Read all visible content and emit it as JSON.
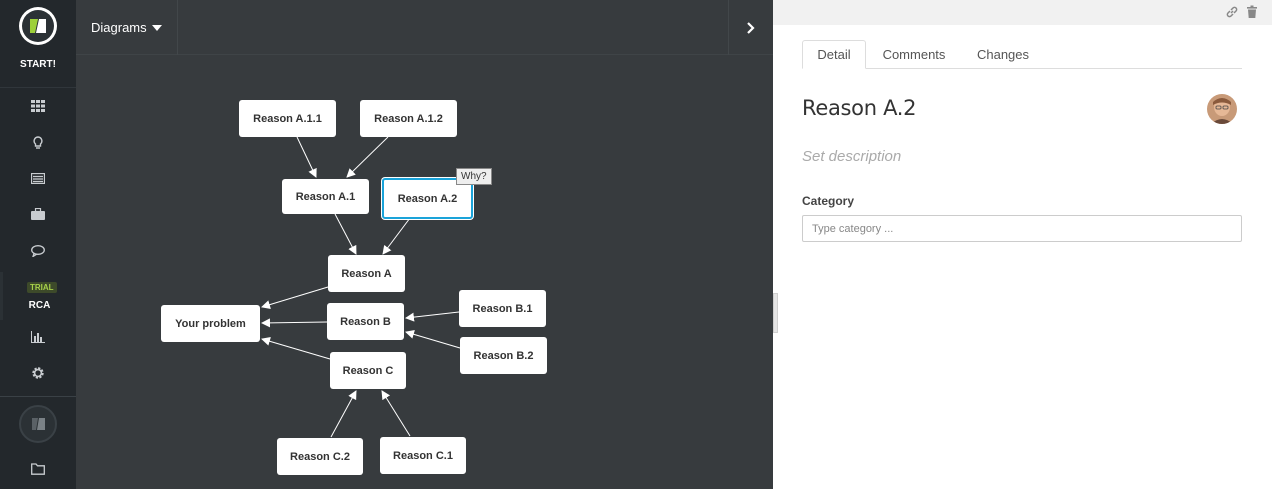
{
  "sidebar": {
    "start_label": "START!",
    "trial_badge": "TRIAL",
    "rca_label": "RCA",
    "items": [
      {
        "icon": "grid-icon"
      },
      {
        "icon": "lightbulb-icon"
      },
      {
        "icon": "list-icon"
      },
      {
        "icon": "briefcase-icon"
      },
      {
        "icon": "chat-icon"
      },
      {
        "icon": "bar-chart-icon"
      },
      {
        "icon": "gear-icon"
      },
      {
        "icon": "folder-icon"
      }
    ]
  },
  "toolbar": {
    "diagrams_label": "Diagrams"
  },
  "diagram": {
    "nodes": [
      {
        "id": "a11",
        "label": "Reason A.1.1"
      },
      {
        "id": "a12",
        "label": "Reason A.1.2"
      },
      {
        "id": "a1",
        "label": "Reason A.1"
      },
      {
        "id": "a2",
        "label": "Reason A.2",
        "selected": true
      },
      {
        "id": "a",
        "label": "Reason A"
      },
      {
        "id": "problem",
        "label": "Your problem"
      },
      {
        "id": "b",
        "label": "Reason B"
      },
      {
        "id": "b1",
        "label": "Reason B.1"
      },
      {
        "id": "b2",
        "label": "Reason B.2"
      },
      {
        "id": "c",
        "label": "Reason C"
      },
      {
        "id": "c2",
        "label": "Reason C.2"
      },
      {
        "id": "c1",
        "label": "Reason C.1"
      }
    ],
    "why_tooltip": "Why?"
  },
  "panel": {
    "tabs": [
      "Detail",
      "Comments",
      "Changes"
    ],
    "active_tab": "Detail",
    "title": "Reason A.2",
    "description_placeholder": "Set description",
    "category_label": "Category",
    "category_placeholder": "Type category ..."
  },
  "colors": {
    "sidebar_bg": "#23282c",
    "canvas_bg": "#373b3e",
    "selection": "#1aa3d9",
    "trial_green": "#a7d14a"
  }
}
